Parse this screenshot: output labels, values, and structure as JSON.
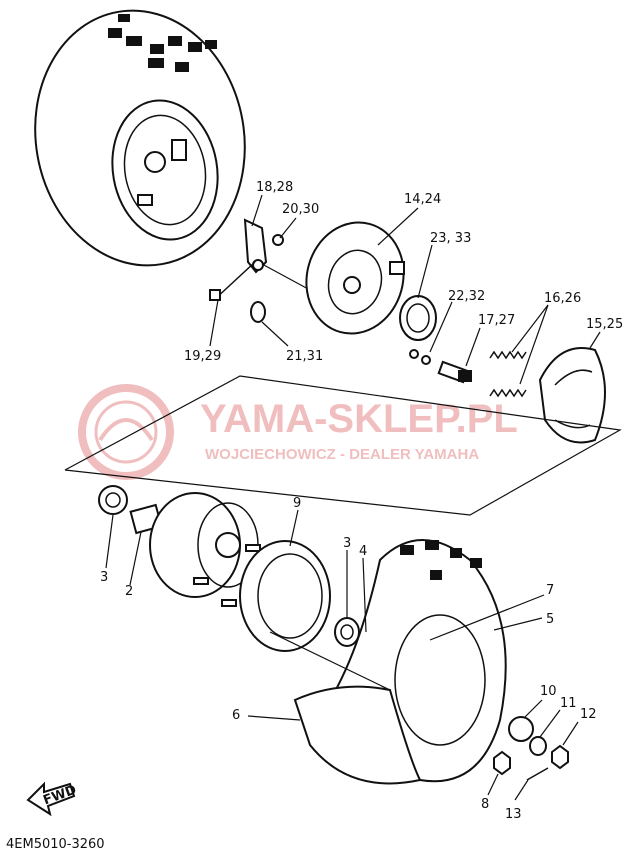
{
  "watermark": {
    "title": "YAMA-SKLEP.PL",
    "subtitle": "WOJCIECHOWICZ - DEALER YAMAHA",
    "color": "#e07070"
  },
  "callouts": [
    {
      "id": "c1828",
      "label": "18,28"
    },
    {
      "id": "c2030",
      "label": "20,30"
    },
    {
      "id": "c1424",
      "label": "14,24"
    },
    {
      "id": "c2333",
      "label": "23, 33"
    },
    {
      "id": "c2232",
      "label": "22,32"
    },
    {
      "id": "c1626",
      "label": "16,26"
    },
    {
      "id": "c1727",
      "label": "17,27"
    },
    {
      "id": "c1525",
      "label": "15,25"
    },
    {
      "id": "c1929",
      "label": "19,29"
    },
    {
      "id": "c2131",
      "label": "21,31"
    },
    {
      "id": "c9",
      "label": "9"
    },
    {
      "id": "c3b",
      "label": "3"
    },
    {
      "id": "c4",
      "label": "4"
    },
    {
      "id": "c7",
      "label": "7"
    },
    {
      "id": "c5",
      "label": "5"
    },
    {
      "id": "c3a",
      "label": "3"
    },
    {
      "id": "c2",
      "label": "2"
    },
    {
      "id": "c6",
      "label": "6"
    },
    {
      "id": "c10",
      "label": "10"
    },
    {
      "id": "c11",
      "label": "11"
    },
    {
      "id": "c12",
      "label": "12"
    },
    {
      "id": "c8",
      "label": "8"
    },
    {
      "id": "c13",
      "label": "13"
    }
  ],
  "fwd_label": "FWD",
  "diagram_code": "4EM5010-3260"
}
